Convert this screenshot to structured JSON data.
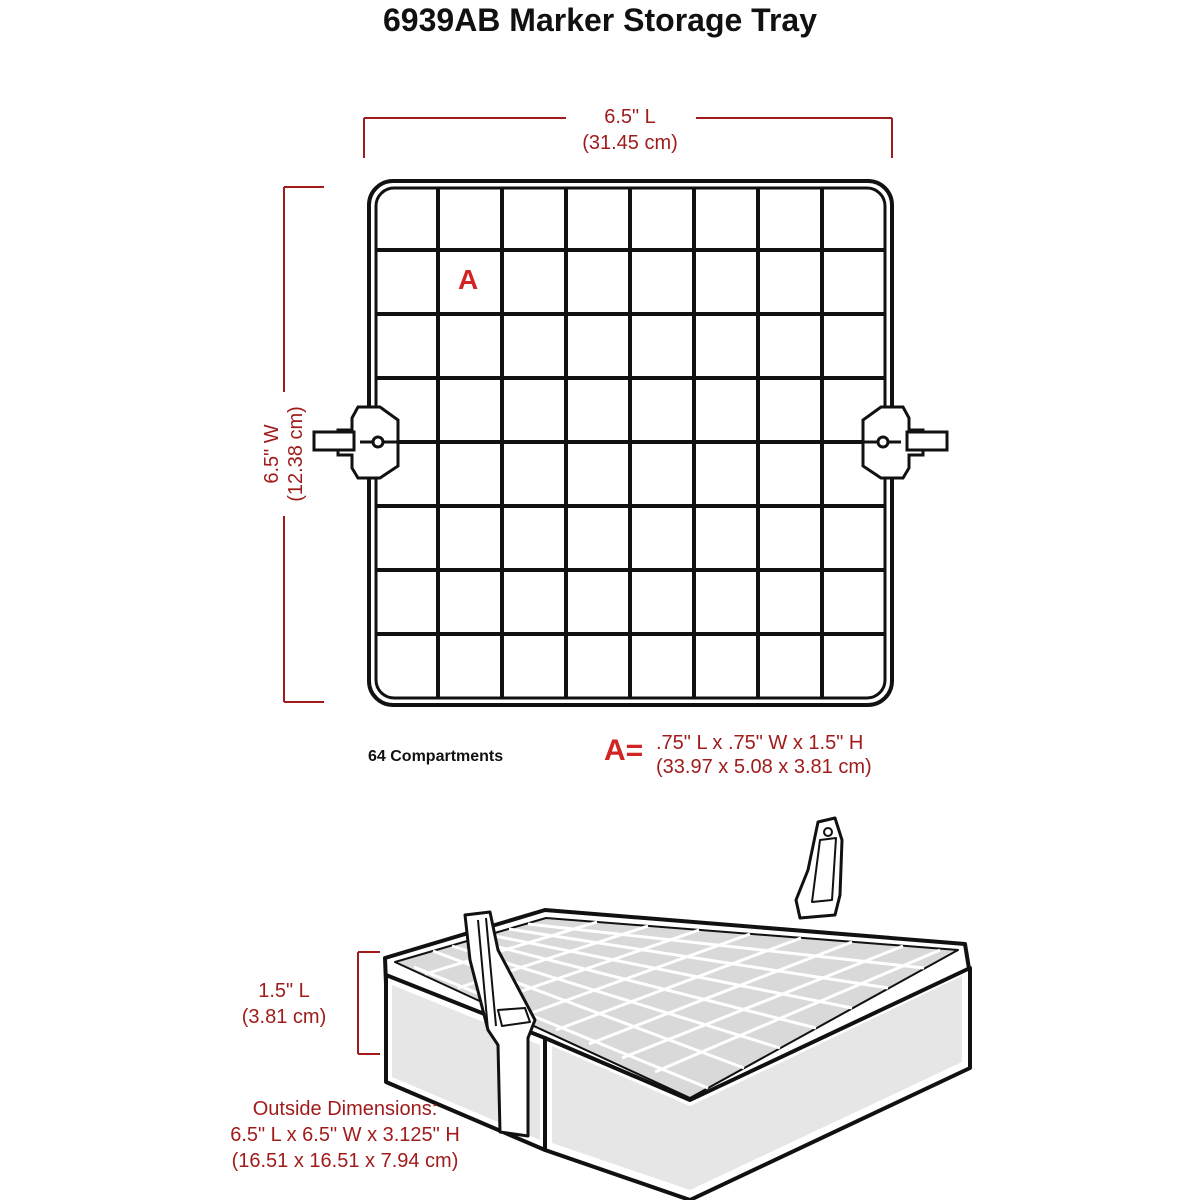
{
  "title": "6939AB Marker Storage Tray",
  "top_view": {
    "length_label": "6.5\" L",
    "length_metric": "(31.45 cm)",
    "width_label": "6.5\" W",
    "width_metric": "(12.38 cm)",
    "cell_marker": "A",
    "rows": 8,
    "cols": 8
  },
  "compartments": "64 Compartments",
  "compartment_spec": {
    "marker": "A=",
    "size": ".75\" L x .75\" W x 1.5\" H",
    "size_metric": "(33.97 x 5.08 x 3.81 cm)"
  },
  "side_view": {
    "height_label": "1.5\" L",
    "height_metric": "(3.81 cm)"
  },
  "outside_dimensions": {
    "heading": "Outside Dimensions:",
    "size": "6.5\" L x 6.5\" W x 3.125\" H",
    "size_metric": "(16.51 x 16.51 x 7.94 cm)"
  },
  "colors": {
    "dimension_text": "#a01c1c",
    "marker_text": "#d12424",
    "outline": "#111111"
  }
}
